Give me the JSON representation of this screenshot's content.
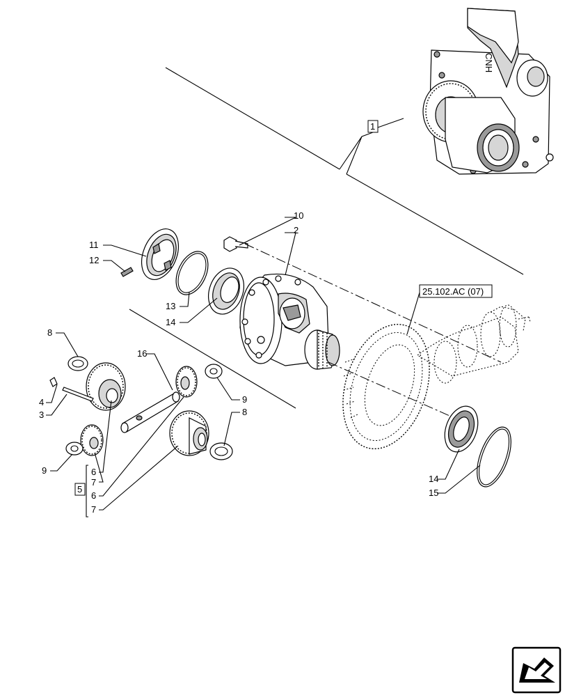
{
  "callouts": {
    "c1": "1",
    "c2": "2",
    "c3": "3",
    "c4": "4",
    "c5": "5",
    "c6a": "6",
    "c6b": "6",
    "c7a": "7",
    "c7b": "7",
    "c8a": "8",
    "c8b": "8",
    "c9a": "9",
    "c9b": "9",
    "c10": "10",
    "c11": "11",
    "c12": "12",
    "c13": "13",
    "c14a": "14",
    "c14b": "14",
    "c15": "15",
    "c16": "16"
  },
  "reference_label": "25.102.AC (07)",
  "casting_mark": "CNH",
  "icons": [
    "next-page-arrow-icon"
  ]
}
